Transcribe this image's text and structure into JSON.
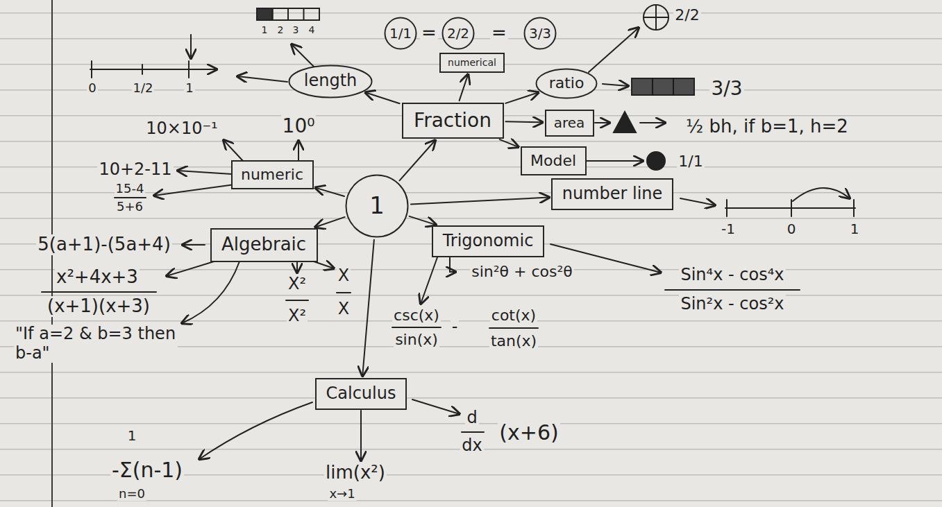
{
  "diagram": {
    "nodes": [
      {
        "text": [
          "1/1"
        ]
      },
      {
        "text": [
          "2/2"
        ]
      },
      {
        "text": [
          "3/3"
        ]
      },
      {
        "text": [
          "numerical"
        ]
      },
      {
        "text": [
          "length"
        ]
      },
      {
        "text": [
          "ratio"
        ]
      },
      {
        "text": [
          "Fraction"
        ]
      },
      {
        "text": [
          "area"
        ]
      },
      {
        "text": [
          "Model"
        ]
      },
      {
        "text": [
          "numeric"
        ]
      },
      {
        "text": [
          "number line"
        ]
      },
      {
        "text": [
          "1"
        ]
      },
      {
        "text": [
          "Algebraic"
        ]
      },
      {
        "text": [
          "Trigonomic"
        ]
      },
      {
        "text": [
          "Calculus"
        ]
      }
    ],
    "edges": [
      {
        "from": 11,
        "to": 6,
        "arrow": "to"
      },
      {
        "from": 11,
        "to": 9,
        "arrow": "to"
      },
      {
        "from": 11,
        "to": 10,
        "arrow": "to"
      },
      {
        "from": 11,
        "to": 12,
        "arrow": "to"
      },
      {
        "from": 11,
        "to": 13,
        "arrow": "to"
      },
      {
        "from": 11,
        "to": 14,
        "arrow": "to"
      },
      {
        "from": 6,
        "to": 4,
        "arrow": "to"
      },
      {
        "from": 6,
        "to": 3,
        "arrow": "to"
      },
      {
        "from": 6,
        "to": 5,
        "arrow": "to"
      },
      {
        "from": 6,
        "to": 7,
        "arrow": "to"
      },
      {
        "from": 6,
        "to": 8,
        "arrow": "to"
      }
    ],
    "labels": [
      "1",
      "2",
      "3",
      "4",
      "=",
      "=",
      "2/2",
      "0",
      "1/2",
      "1",
      "3/3",
      "10×10⁻¹",
      "10⁰",
      "½ bh, if b=1, h=2",
      "10+2-11",
      "1/1",
      "15-4",
      "5+6",
      "-1",
      "0",
      "1",
      "5(a+1)-(5a+4)",
      "sin²θ + cos²θ",
      "Sin⁴x - cos⁴x",
      "x²+4x+3",
      "X",
      "X²",
      "(x+1)(x+3)",
      "X",
      "csc(x)",
      "-",
      "cot(x)",
      "X²",
      "Sin²x - cos²x",
      "\"If a=2 & b=3 then b-a\"",
      "sin(x)",
      "tan(x)",
      "d",
      "(x+6)",
      "dx",
      "1",
      "-Σ(n-1)",
      "lim(x²)",
      "n=0",
      "x→1"
    ]
  }
}
